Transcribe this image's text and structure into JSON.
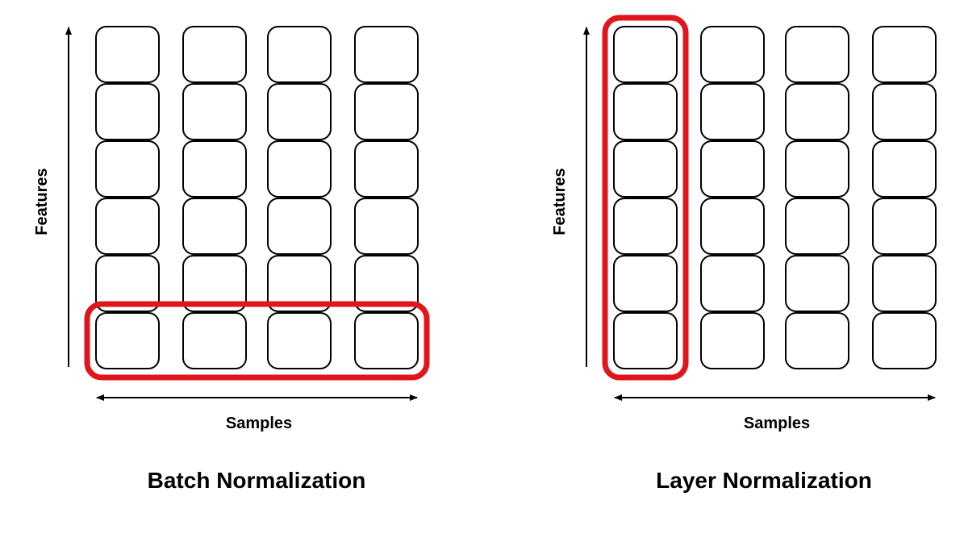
{
  "colors": {
    "cell_stroke": "#000000",
    "highlight": "#e0161b",
    "arrow": "#000000"
  },
  "panels": [
    {
      "id": "batch-norm",
      "title": "Batch Normalization",
      "x_axis_label": "Samples",
      "y_axis_label": "Features",
      "grid": {
        "columns": 4,
        "rows": 6
      },
      "highlight": {
        "axis": "row",
        "index": 5
      }
    },
    {
      "id": "layer-norm",
      "title": "Layer Normalization",
      "x_axis_label": "Samples",
      "y_axis_label": "Features",
      "grid": {
        "columns": 4,
        "rows": 6
      },
      "highlight": {
        "axis": "column",
        "index": 0
      }
    }
  ]
}
